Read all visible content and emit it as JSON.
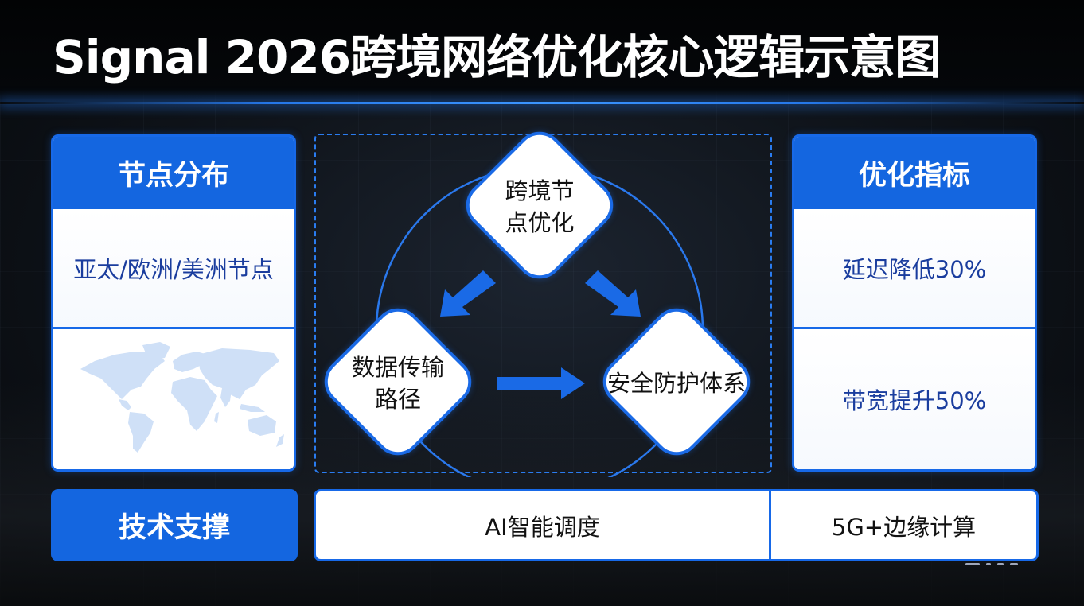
{
  "title": "Signal 2026跨境网络优化核心逻辑示意图",
  "colors": {
    "accent_blue": "#1466e0",
    "border_blue": "#1769e8",
    "text_dark_blue": "#1a3d9e",
    "background": "#0b0e13",
    "map_fill": "#cfe0f7"
  },
  "left_panel": {
    "header": "节点分布",
    "cells": [
      {
        "text": "亚太/欧洲/美洲节点"
      },
      {
        "icon": "world-map-icon"
      }
    ]
  },
  "center_diagram": {
    "nodes": [
      {
        "id": "top",
        "label_lines": [
          "跨境节",
          "点优化"
        ]
      },
      {
        "id": "left",
        "label_lines": [
          "数据传输",
          "路径"
        ]
      },
      {
        "id": "right",
        "label_lines": [
          "安全防护体系"
        ]
      }
    ],
    "edges": [
      {
        "from": "top",
        "to": "left",
        "type": "arrow"
      },
      {
        "from": "top",
        "to": "right",
        "type": "arrow"
      },
      {
        "from": "left",
        "to": "right",
        "type": "arrow"
      }
    ],
    "cycle": "circle-connector"
  },
  "right_panel": {
    "header": "优化指标",
    "cells": [
      {
        "text": "延迟降低30%"
      },
      {
        "text": "带宽提升50%"
      }
    ]
  },
  "bottom_row": {
    "label": "技术支撑",
    "items": [
      "AI智能调度",
      "5G+边缘计算"
    ]
  }
}
